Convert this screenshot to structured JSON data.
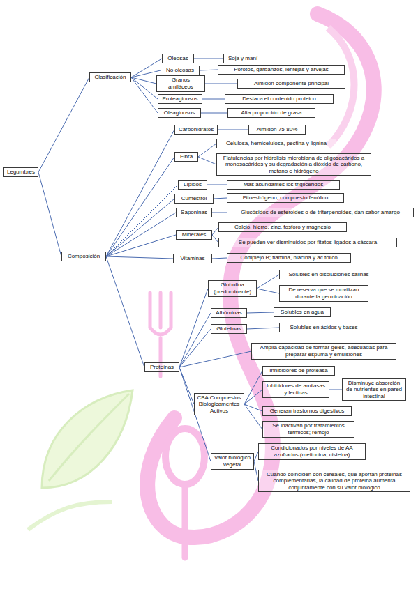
{
  "diagram": {
    "nodes": [
      {
        "text": [
          "Legumbres"
        ]
      },
      {
        "text": [
          "Clasificación"
        ]
      },
      {
        "text": [
          "Oleosas"
        ]
      },
      {
        "text": [
          "Soja y maní"
        ]
      },
      {
        "text": [
          "No oleosas"
        ]
      },
      {
        "text": [
          "Porotos, garbanzos, lentejas y arvejas"
        ]
      },
      {
        "text": [
          "Granos amiláceos"
        ]
      },
      {
        "text": [
          "Almidón componente principal"
        ]
      },
      {
        "text": [
          "Proteaginosos"
        ]
      },
      {
        "text": [
          "Destaca el contenido proteico"
        ]
      },
      {
        "text": [
          "Oleaginosos"
        ]
      },
      {
        "text": [
          "Alta proporción de grasa"
        ]
      },
      {
        "text": [
          "Composición"
        ]
      },
      {
        "text": [
          "Carbohidratos"
        ]
      },
      {
        "text": [
          "Almidón 75-80%"
        ]
      },
      {
        "text": [
          "Fibra"
        ]
      },
      {
        "text": [
          "Celulosa, hemicelulosa, pectina y lignina"
        ]
      },
      {
        "text": [
          "Flatulencias por hidrolisis microbiana de oligosacáridos a monosacáridos y su degradación a dióxido de carbono, metano e hidrógeno"
        ]
      },
      {
        "text": [
          "Lípidos"
        ]
      },
      {
        "text": [
          "Más abundantes los triglicéridos"
        ]
      },
      {
        "text": [
          "Cumestrol"
        ]
      },
      {
        "text": [
          "Fitoestrógeno, compuesto fenólico"
        ]
      },
      {
        "text": [
          "Saponinas"
        ]
      },
      {
        "text": [
          "Glucósidos de esteroides o de triterpenoides, dan sabor amargo"
        ]
      },
      {
        "text": [
          "Minerales"
        ]
      },
      {
        "text": [
          "Calcio, hierro, zinc, fosforo y magnesio"
        ]
      },
      {
        "text": [
          "Se pueden ver disminuidos por fitatos ligados a cáscara"
        ]
      },
      {
        "text": [
          "Vitaminas"
        ]
      },
      {
        "text": [
          "Complejo B; tiamina, niacina y ác fólico"
        ]
      },
      {
        "text": [
          "Proteínas"
        ]
      },
      {
        "text": [
          "Globulina (predominante)"
        ]
      },
      {
        "text": [
          "Solubles en disoluciones salinas"
        ]
      },
      {
        "text": [
          "De reserva que se movilizan durante la germinación"
        ]
      },
      {
        "text": [
          "Albúminas"
        ]
      },
      {
        "text": [
          "Solubles en agua"
        ]
      },
      {
        "text": [
          "Glutelinas"
        ]
      },
      {
        "text": [
          "Solubles en ácidos y bases"
        ]
      },
      {
        "text": [
          "Amplia capacidad de formar geles, adecuadas para preparar espuma y emulsiones"
        ]
      },
      {
        "text": [
          "CBA Compuestos Biologicamentes Activos"
        ]
      },
      {
        "text": [
          "Inhibidores de proteasa"
        ]
      },
      {
        "text": [
          "Inhibidores de amilasas y lectinas"
        ]
      },
      {
        "text": [
          "Disminuye absorción de nutrientes en pared intestinal"
        ]
      },
      {
        "text": [
          "Generan trastornos digestivos"
        ]
      },
      {
        "text": [
          "Se inactivan por tratamientos térmicos; remojo"
        ]
      },
      {
        "text": [
          "Valor biológico vegetal"
        ]
      },
      {
        "text": [
          "Condicionados por niveles de AA azufrados (metionina, cisteina)"
        ]
      },
      {
        "text": [
          "Cuando coinciden con cereales, que aportan proteinas complementarias, la calidad de proteina aumenta conjuntamente con su valor biológico"
        ]
      }
    ],
    "edges": [
      {
        "from": 0,
        "to": 1,
        "arrow": "none"
      },
      {
        "from": 0,
        "to": 12,
        "arrow": "none"
      },
      {
        "from": 1,
        "to": 2,
        "arrow": "none"
      },
      {
        "from": 1,
        "to": 4,
        "arrow": "none"
      },
      {
        "from": 1,
        "to": 6,
        "arrow": "none"
      },
      {
        "from": 1,
        "to": 8,
        "arrow": "none"
      },
      {
        "from": 1,
        "to": 10,
        "arrow": "none"
      },
      {
        "from": 2,
        "to": 3,
        "arrow": "none"
      },
      {
        "from": 4,
        "to": 5,
        "arrow": "none"
      },
      {
        "from": 6,
        "to": 7,
        "arrow": "none"
      },
      {
        "from": 8,
        "to": 9,
        "arrow": "none"
      },
      {
        "from": 10,
        "to": 11,
        "arrow": "none"
      },
      {
        "from": 12,
        "to": 13,
        "arrow": "none"
      },
      {
        "from": 12,
        "to": 15,
        "arrow": "none"
      },
      {
        "from": 12,
        "to": 18,
        "arrow": "none"
      },
      {
        "from": 12,
        "to": 20,
        "arrow": "none"
      },
      {
        "from": 12,
        "to": 22,
        "arrow": "none"
      },
      {
        "from": 12,
        "to": 24,
        "arrow": "none"
      },
      {
        "from": 12,
        "to": 27,
        "arrow": "none"
      },
      {
        "from": 12,
        "to": 29,
        "arrow": "none"
      },
      {
        "from": 13,
        "to": 14,
        "arrow": "none"
      },
      {
        "from": 15,
        "to": 16,
        "arrow": "none"
      },
      {
        "from": 15,
        "to": 17,
        "arrow": "none"
      },
      {
        "from": 18,
        "to": 19,
        "arrow": "none"
      },
      {
        "from": 20,
        "to": 21,
        "arrow": "none"
      },
      {
        "from": 22,
        "to": 23,
        "arrow": "none"
      },
      {
        "from": 24,
        "to": 25,
        "arrow": "none"
      },
      {
        "from": 24,
        "to": 26,
        "arrow": "none"
      },
      {
        "from": 27,
        "to": 28,
        "arrow": "none"
      },
      {
        "from": 29,
        "to": 30,
        "arrow": "none"
      },
      {
        "from": 29,
        "to": 33,
        "arrow": "none"
      },
      {
        "from": 29,
        "to": 35,
        "arrow": "none"
      },
      {
        "from": 29,
        "to": 37,
        "arrow": "none"
      },
      {
        "from": 29,
        "to": 38,
        "arrow": "none"
      },
      {
        "from": 29,
        "to": 44,
        "arrow": "none"
      },
      {
        "from": 30,
        "to": 31,
        "arrow": "none"
      },
      {
        "from": 30,
        "to": 32,
        "arrow": "none"
      },
      {
        "from": 33,
        "to": 34,
        "arrow": "none"
      },
      {
        "from": 35,
        "to": 36,
        "arrow": "none"
      },
      {
        "from": 38,
        "to": 39,
        "arrow": "none"
      },
      {
        "from": 38,
        "to": 40,
        "arrow": "none"
      },
      {
        "from": 38,
        "to": 42,
        "arrow": "none"
      },
      {
        "from": 38,
        "to": 43,
        "arrow": "none"
      },
      {
        "from": 40,
        "to": 41,
        "arrow": "none"
      },
      {
        "from": 44,
        "to": 45,
        "arrow": "none"
      },
      {
        "from": 44,
        "to": 46,
        "arrow": "none"
      }
    ]
  }
}
